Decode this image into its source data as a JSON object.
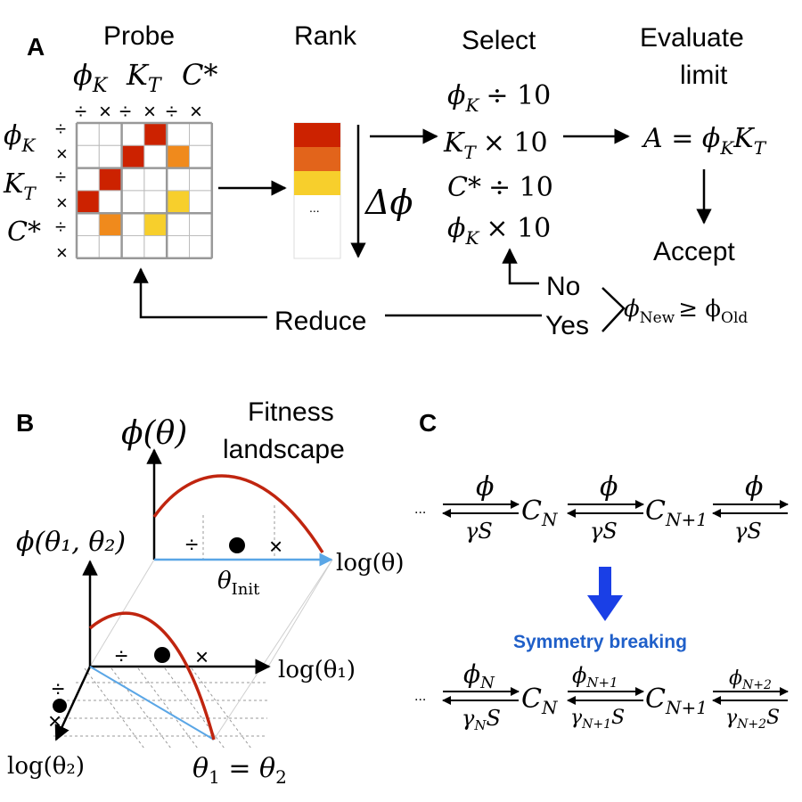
{
  "panel_a": {
    "label": "A",
    "headers": {
      "probe": "Probe",
      "rank": "Rank",
      "select": "Select",
      "evaluate_1": "Evaluate",
      "evaluate_2": "limit"
    },
    "params": [
      "ϕ",
      "K",
      "C*"
    ],
    "param_subs": [
      "K",
      "T",
      ""
    ],
    "ops": {
      "div": "÷",
      "mul": "×"
    },
    "rank_dots": "...",
    "delta_phi": "Δϕ",
    "select_items": [
      {
        "sym": "ϕ",
        "sub": "K",
        "op": "÷ 10"
      },
      {
        "sym": "K",
        "sub": "T",
        "op": "× 10"
      },
      {
        "sym": "C*",
        "sub": "",
        "op": "÷ 10"
      },
      {
        "sym": "ϕ",
        "sub": "K",
        "op": "× 10"
      }
    ],
    "evaluate_expr": {
      "lhs": "A = ϕ",
      "sub1": "K",
      "mid": "K",
      "sub2": "T"
    },
    "accept": "Accept",
    "no": "No",
    "yes": "Yes",
    "reduce": "Reduce",
    "condition": {
      "phi1": "ϕ",
      "sub1": "New",
      "rel": "≥ ϕ",
      "sub2": "Old"
    },
    "grid_colors": {
      "dark_red": "#cc2200",
      "orange": "#f08a1c",
      "yellow": "#f7cf2c",
      "grid": "#bcbcbc"
    }
  },
  "panel_b": {
    "label": "B",
    "title_1": "Fitness",
    "title_2": "landscape",
    "y_label_1d": "ϕ(θ)",
    "x_label_1d": "log(θ)",
    "theta_init": {
      "sym": "θ",
      "sub": "Init"
    },
    "y_label_2d": "ϕ(θ₁, θ₂)",
    "x1_label": "log(θ₁)",
    "x2_label": "log(θ₂)",
    "diag_label": "θ₁ = θ₂",
    "ops": {
      "div": "÷",
      "mul": "×"
    },
    "colors": {
      "curve": "#c0250f",
      "blue_line": "#5aa6e6"
    }
  },
  "panel_c": {
    "label": "C",
    "dots": "···",
    "forward": "ϕ",
    "backward": "γS",
    "nodes": [
      {
        "sym": "C",
        "sub": "N"
      },
      {
        "sym": "C",
        "sub": "N+1"
      }
    ],
    "symmetry": "Symmetry breaking",
    "forward_n": [
      {
        "sym": "ϕ",
        "sub": "N"
      },
      {
        "sym": "ϕ",
        "sub": "N+1"
      },
      {
        "sym": "ϕ",
        "sub": "N+2"
      }
    ],
    "backward_n": [
      {
        "sub": "N"
      },
      {
        "sub": "N+1"
      },
      {
        "sub": "N+2"
      }
    ],
    "gamma": "γ",
    "s": "S",
    "colors": {
      "arrow_blue": "#1a3fe6",
      "text_blue": "#1f5fc9"
    }
  }
}
